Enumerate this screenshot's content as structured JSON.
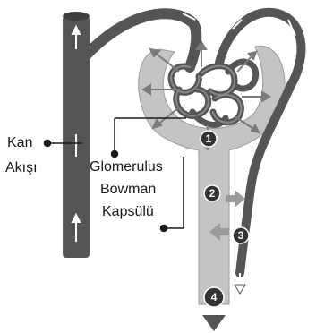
{
  "labels": {
    "blood_flow_line1": "Kan",
    "blood_flow_line2": "Akışı",
    "glomerulus": "Glomerulus",
    "bowman_line1": "Bowman",
    "bowman_line2": "Kapsülü"
  },
  "markers": [
    "1",
    "2",
    "3",
    "4"
  ],
  "colors": {
    "vessel": "#555555",
    "vessel_dark": "#3e3e3e",
    "capsule": "#bdbdbd",
    "capsule_light": "#d4d4d4",
    "arrow_white": "#ffffff",
    "arrow_gray": "#9a9a9a",
    "badge": "#333333"
  }
}
